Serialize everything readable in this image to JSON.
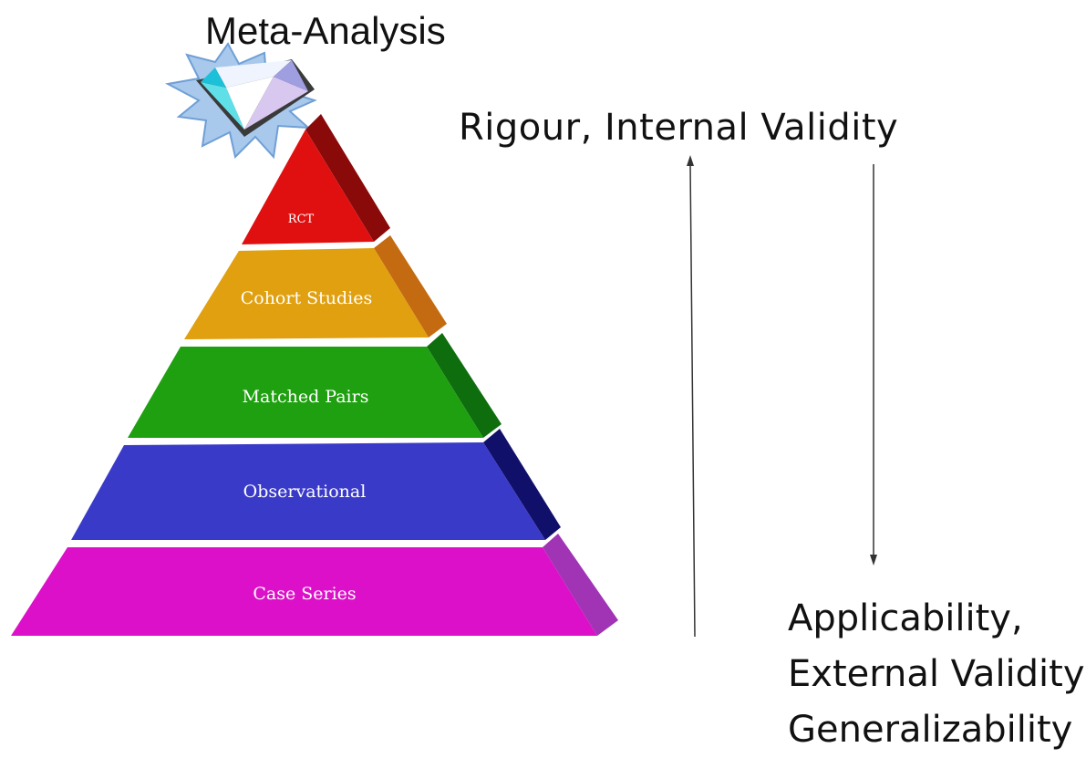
{
  "top_label": "Meta-Analysis",
  "right_top_label": "Rigour, Internal Validity",
  "right_bottom_label": {
    "line1": "Applicability,",
    "line2": "External Validity",
    "line3": "Generalizability"
  },
  "levels": [
    {
      "label": "RCT",
      "color": "#e01010",
      "side": "#8a0a0a"
    },
    {
      "label": "Cohort Studies",
      "color": "#e0a010",
      "side": "#c46a10"
    },
    {
      "label": "Matched Pairs",
      "color": "#1fa010",
      "side": "#0e6e0e"
    },
    {
      "label": "Observational",
      "color": "#3a3ac8",
      "side": "#10106a"
    },
    {
      "label": "Case Series",
      "color": "#dc10c8",
      "side": "#a034b4"
    }
  ],
  "icons": {
    "apex": "diamond-icon",
    "up_arrow": "arrow-up-icon",
    "down_arrow": "arrow-down-icon"
  }
}
